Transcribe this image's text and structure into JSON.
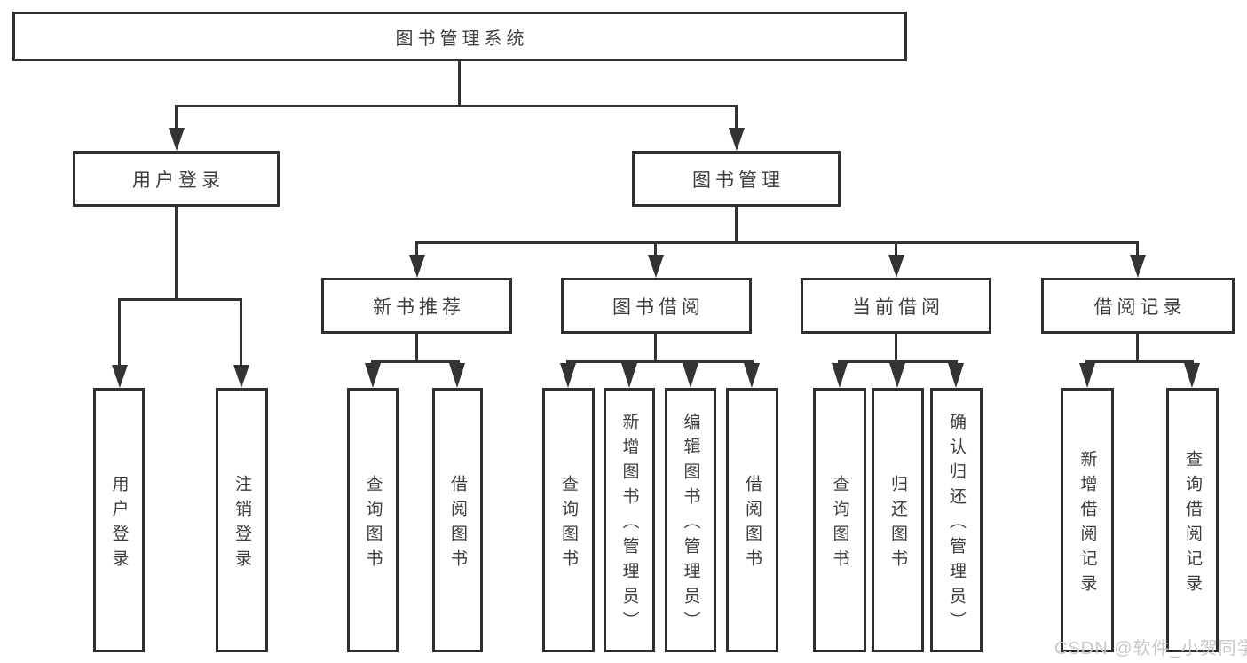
{
  "diagram": {
    "type": "org-tree",
    "root": {
      "label": "图书管理系统"
    },
    "branches": [
      {
        "label": "用户登录",
        "children": [
          {
            "label": "用户登录"
          },
          {
            "label": "注销登录"
          }
        ]
      },
      {
        "label": "图书管理",
        "children": [
          {
            "label": "新书推荐",
            "children": [
              {
                "label": "查询图书"
              },
              {
                "label": "借阅图书"
              }
            ]
          },
          {
            "label": "图书借阅",
            "children": [
              {
                "label": "查询图书"
              },
              {
                "label": "新增图书（管理员）"
              },
              {
                "label": "编辑图书（管理员）"
              },
              {
                "label": "借阅图书"
              }
            ]
          },
          {
            "label": "当前借阅",
            "children": [
              {
                "label": "查询图书"
              },
              {
                "label": "归还图书"
              },
              {
                "label": "确认归还（管理员）"
              }
            ]
          },
          {
            "label": "借阅记录",
            "children": [
              {
                "label": "新增借阅记录"
              },
              {
                "label": "查询借阅记录"
              }
            ]
          }
        ]
      }
    ],
    "watermark": "CSDN @软件_小贺同学",
    "colors": {
      "line": "#333333",
      "border": "#2f2f2f",
      "text": "#3d3d3d",
      "watermark": "#c8c8c8",
      "background": "#ffffff"
    }
  }
}
